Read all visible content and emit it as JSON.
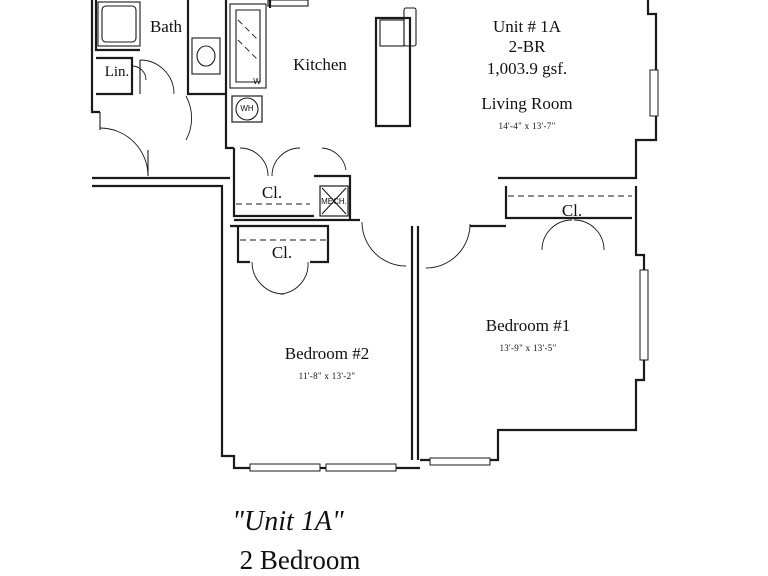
{
  "unit_info": {
    "unit": "Unit # 1A",
    "type": "2-BR",
    "area": "1,003.9 gsf."
  },
  "rooms": {
    "bath": "Bath",
    "linen": "Lin.",
    "kitchen": "Kitchen",
    "water_heater": "WH",
    "living_room": "Living Room",
    "living_room_dims": "14'-4\" x 13'-7\"",
    "closet_hall": "Cl.",
    "mech": "MECH.",
    "closet_bed2": "Cl.",
    "closet_bed1": "Cl.",
    "bedroom1": "Bedroom #1",
    "bedroom1_dims": "13'-9\" x 13'-5\"",
    "bedroom2": "Bedroom #2",
    "bedroom2_dims": "11'-8\" x 13'-2\""
  },
  "fixtures": {
    "kitchen_range_marker": "W"
  },
  "caption": {
    "title": "\"Unit 1A\"",
    "subtitle": "2 Bedroom"
  }
}
